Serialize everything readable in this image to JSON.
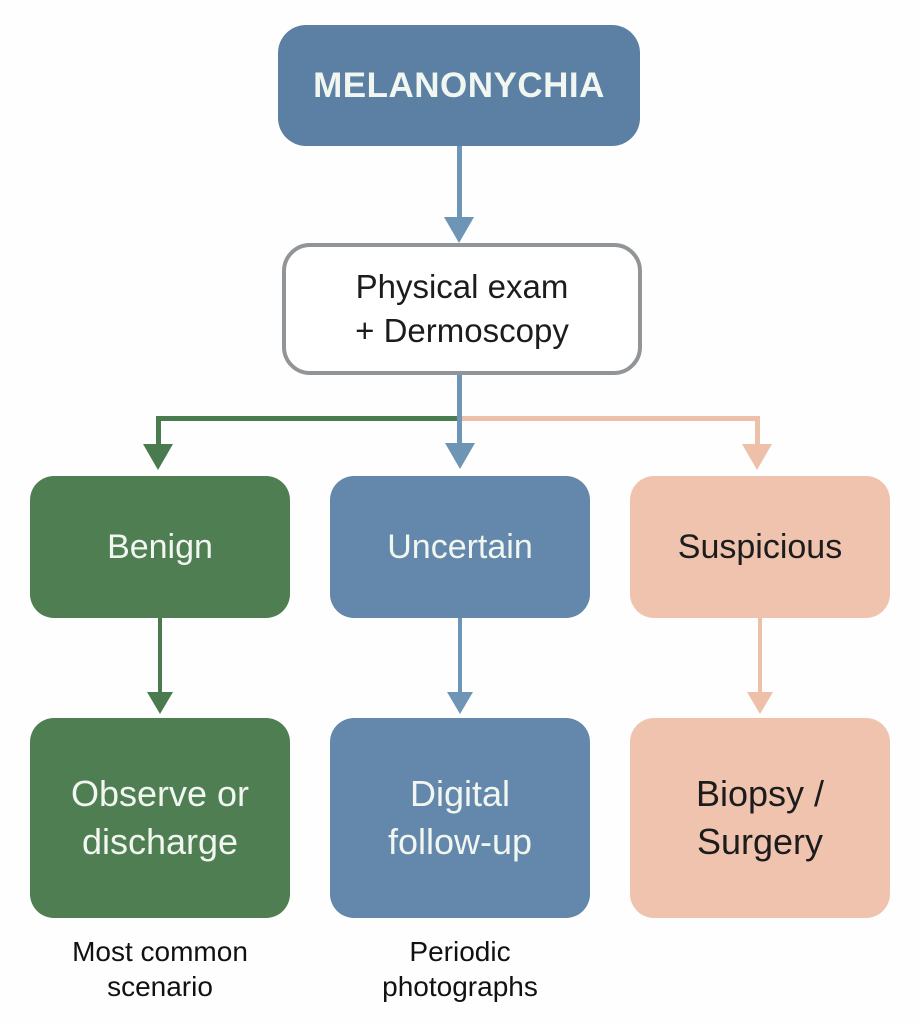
{
  "colors": {
    "blue_top": "#5b80a3",
    "blue_mid": "#6488ab",
    "blue_arrow": "#6e94b6",
    "green": "#4e7e52",
    "green_arrow": "#4a7b4f",
    "pink": "#f0c3ae",
    "pink_arrow": "#eec0aa",
    "border_gray": "#919598",
    "text_dark": "#1c1c1c",
    "text_light": "#f1f6f1"
  },
  "nodes": {
    "root": {
      "label": "MELANONYCHIA"
    },
    "exam": {
      "label": "Physical exam\n+ Dermoscopy"
    },
    "benign": {
      "label": "Benign"
    },
    "uncertain": {
      "label": "Uncertain"
    },
    "suspicious": {
      "label": "Suspicious"
    },
    "observe": {
      "label": "Observe or\ndischarge"
    },
    "digital": {
      "label": "Digital\nfollow-up"
    },
    "biopsy": {
      "label": "Biopsy /\nSurgery"
    }
  },
  "annotations": {
    "benign_note": "Most common\nscenario",
    "uncertain_note": "Periodic\nphotographs"
  }
}
